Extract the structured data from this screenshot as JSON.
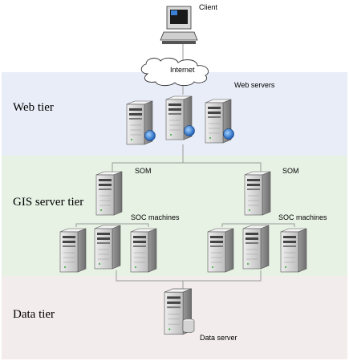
{
  "client": {
    "label": "Client",
    "icon": "desktop-computer-icon"
  },
  "internet": {
    "label": "Internet",
    "icon": "cloud-icon"
  },
  "tiers": [
    {
      "key": "web",
      "label": "Web tier",
      "color": "#e8edf7"
    },
    {
      "key": "gis",
      "label": "GIS server tier",
      "color": "#e7f2e4"
    },
    {
      "key": "data",
      "label": "Data tier",
      "color": "#f3ecec"
    }
  ],
  "web": {
    "servers_label": "Web servers",
    "server_count": 3,
    "icon": "web-server-globe-icon"
  },
  "gis": {
    "groups": [
      {
        "som_label": "SOM",
        "soc_label": "SOC machines",
        "soc_count": 3
      },
      {
        "som_label": "SOM",
        "soc_label": "SOC machines",
        "soc_count": 3
      }
    ],
    "icon": "server-tower-icon"
  },
  "data": {
    "server_label": "Data server",
    "icon": "database-server-icon"
  }
}
